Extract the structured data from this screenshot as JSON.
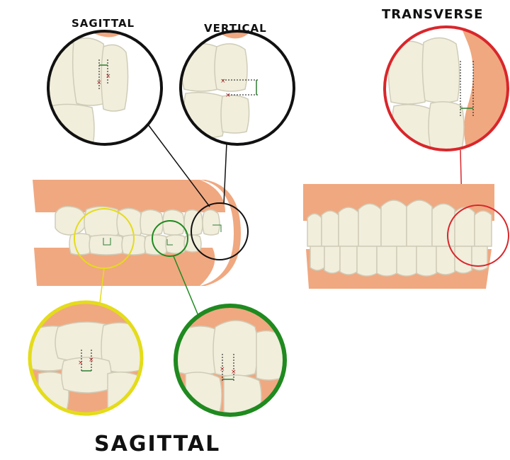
{
  "labels": {
    "sagittal_top": "SAGITTAL",
    "vertical": "VERTICAL",
    "transverse": "TRANSVERSE",
    "sagittal_bottom": "SAGITTAL"
  },
  "colors": {
    "gum": "#f0a880",
    "gum_dark": "#e8936a",
    "tooth": "#f1eedc",
    "tooth_outline": "#cfccb8",
    "black_circle": "#111111",
    "red_circle": "#d9262b",
    "yellow_circle": "#e4dc1a",
    "green_circle": "#1f8a1f",
    "measure_green": "#2e7d32",
    "mark_red": "#b02a2a"
  },
  "icons": {
    "marker": "x-mark-icon",
    "measure": "measurement-arrow-icon"
  }
}
